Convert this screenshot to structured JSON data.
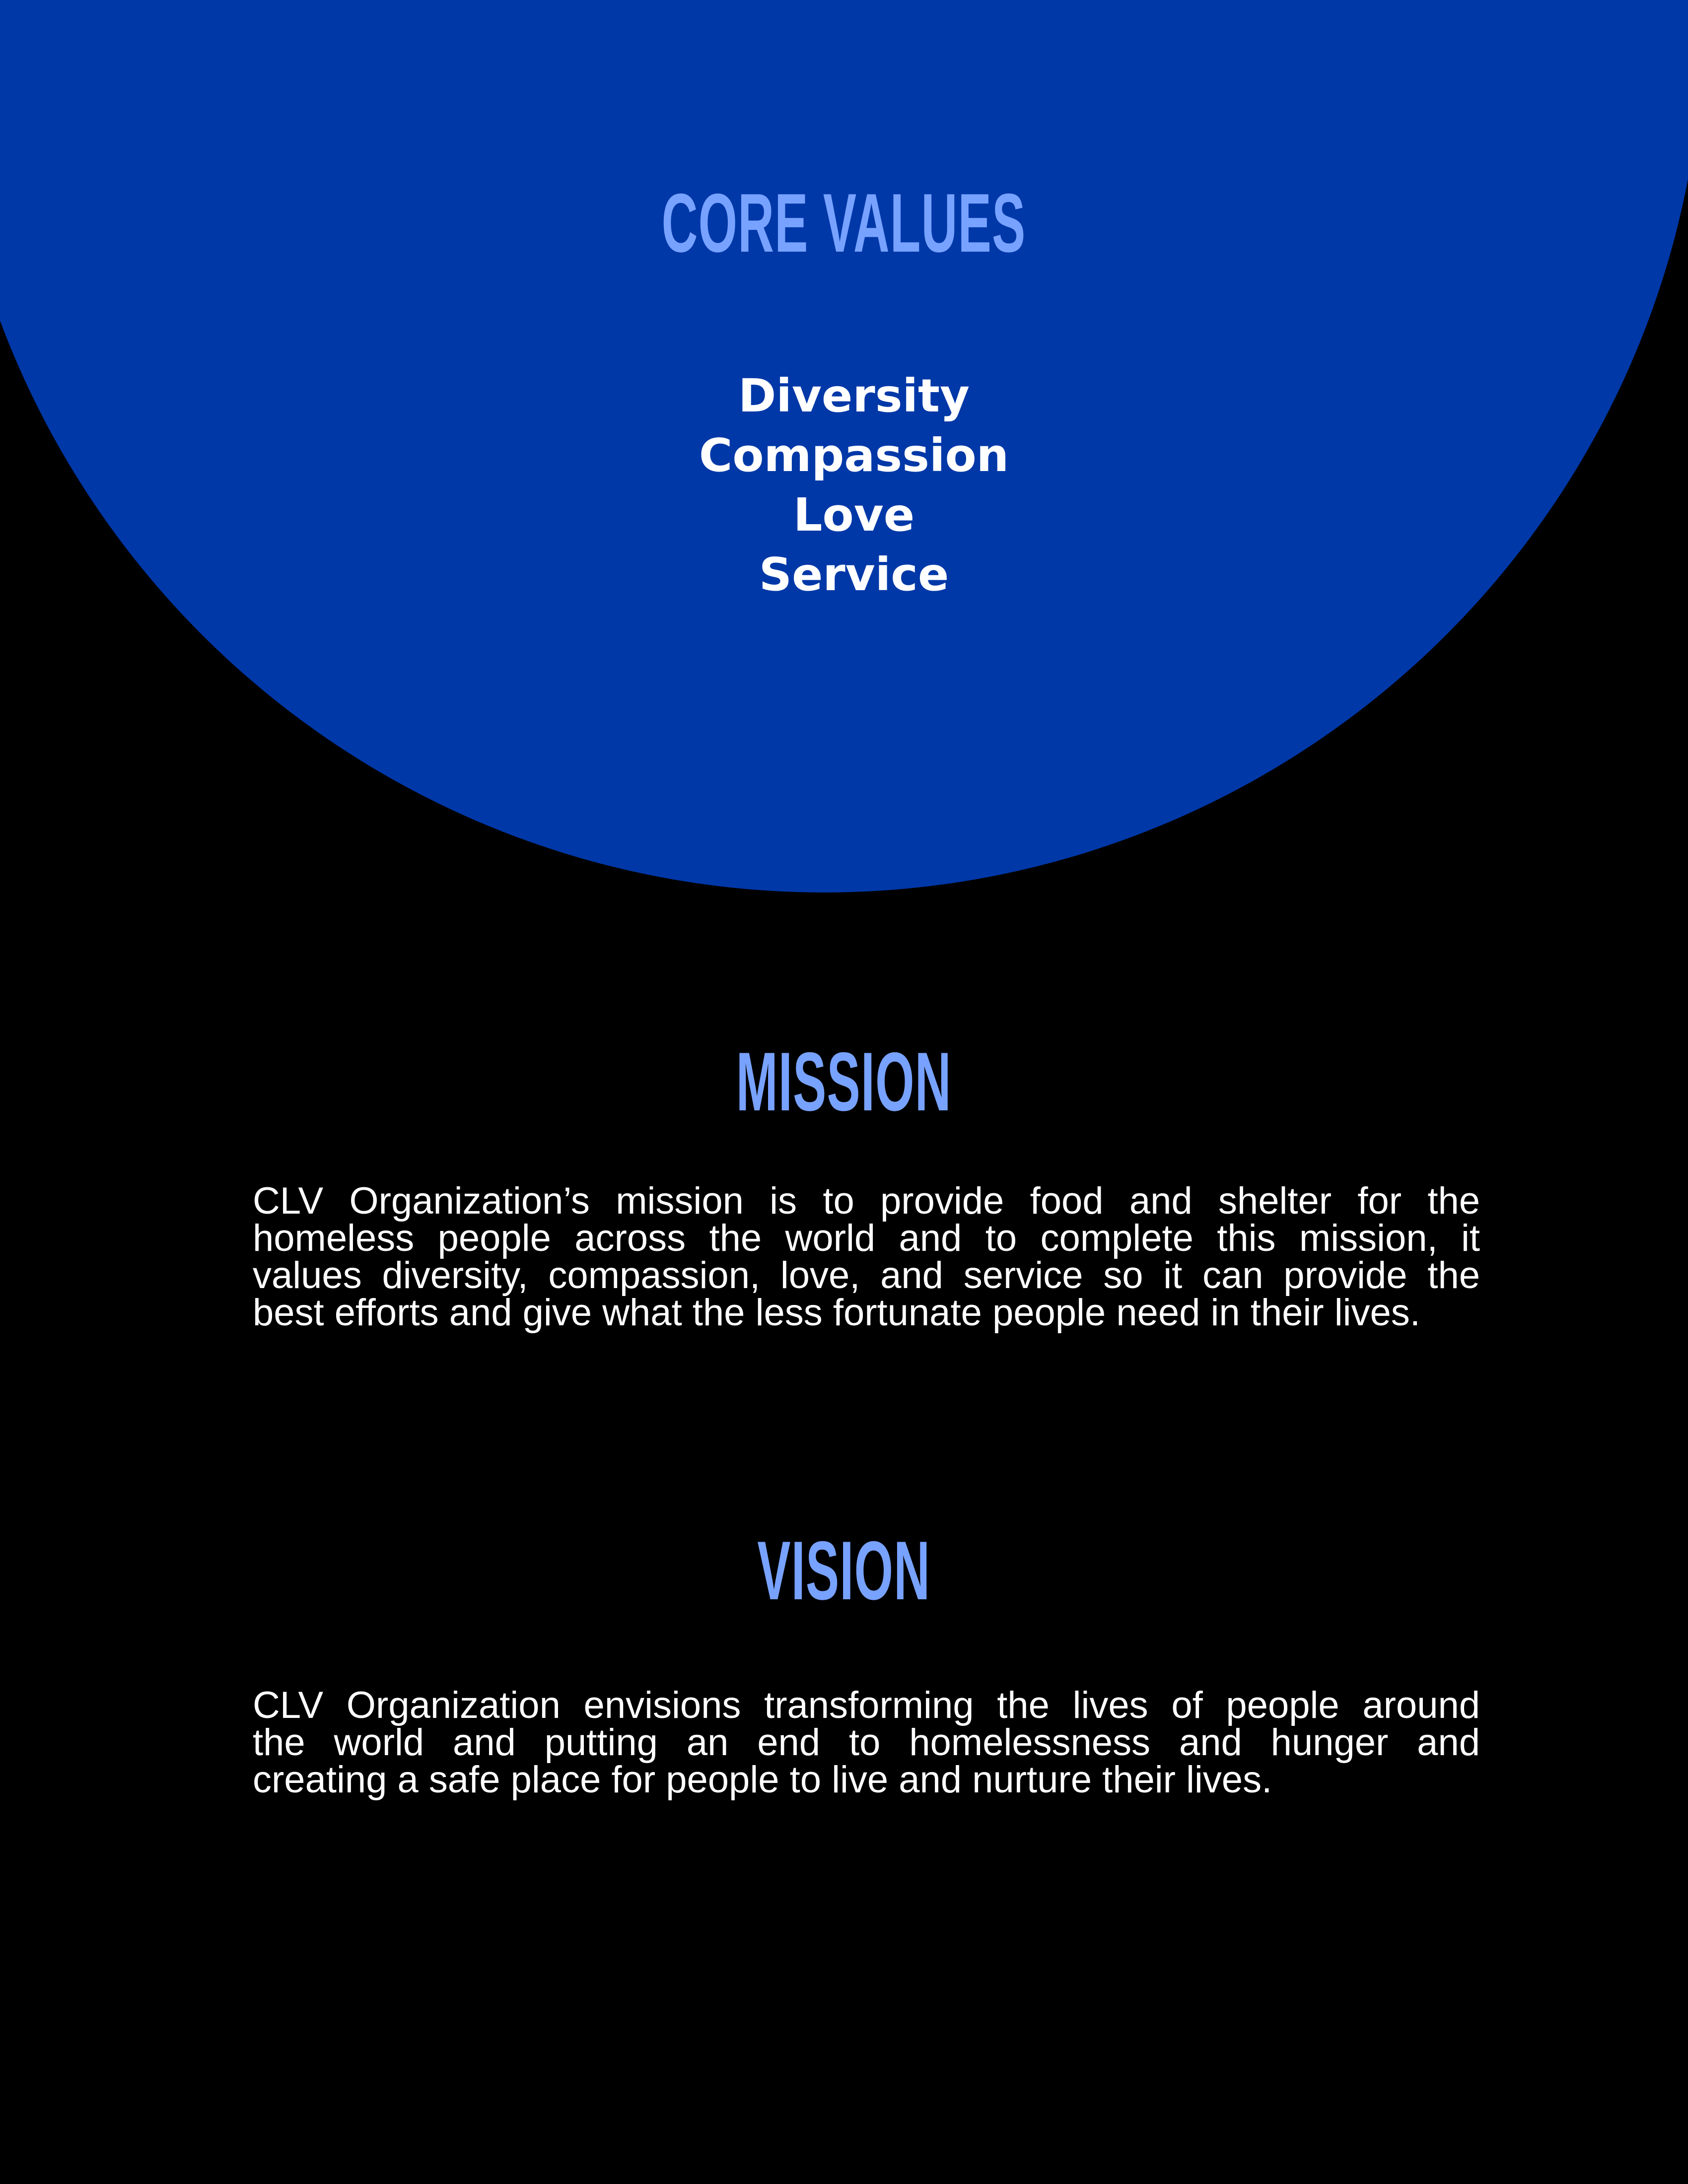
{
  "colors": {
    "background": "#000000",
    "circle": "#0038A8",
    "heading": "#78A2FF",
    "text": "#FFFFFF"
  },
  "core_values": {
    "title": "CORE VALUES",
    "items": [
      "Diversity",
      "Compassion",
      "Love",
      "Service"
    ]
  },
  "mission": {
    "title": "MISSION",
    "lines": [
      "CLV Organization’s mission is to provide food and shelter for the",
      "homeless people across the world and to complete this mission, it",
      "values diversity, compassion, love, and service so it can provide the",
      "best efforts and give what the less fortunate people need in their lives."
    ]
  },
  "vision": {
    "title": "VISION",
    "lines": [
      "CLV Organization envisions transforming the lives of people around",
      "the world and putting an end to homelessness and hunger and",
      "creating a safe place for people to live and nurture their lives."
    ]
  }
}
